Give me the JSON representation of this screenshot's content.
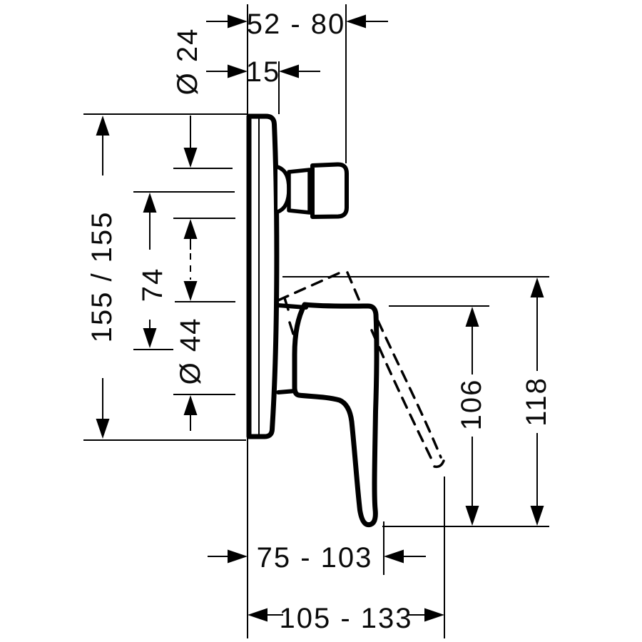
{
  "drawing": {
    "background": "#ffffff",
    "line_color": "#000000",
    "dims": {
      "fitting_depth": "52 - 80",
      "plate_offset": "15",
      "knob_diameter": "Ø 24",
      "plate_size": "155 / 155",
      "axis_spacing": "74",
      "sleeve_diameter": "Ø 44",
      "lever_drop": "106",
      "lever_drop_open": "118",
      "lever_reach": "75 - 103",
      "lever_reach_open": "105 - 133"
    }
  }
}
